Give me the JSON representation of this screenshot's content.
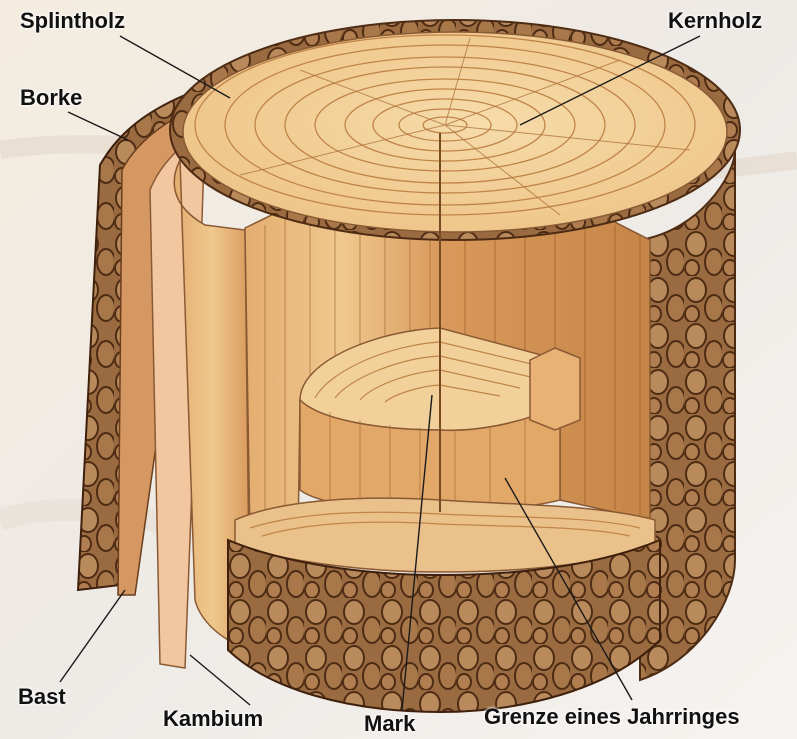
{
  "labels": {
    "splintholz": "Splintholz",
    "kernholz": "Kernholz",
    "borke": "Borke",
    "bast": "Bast",
    "kambium": "Kambium",
    "mark": "Mark",
    "grenze": "Grenze eines Jahrringes"
  },
  "colors": {
    "bark": "#8a5a34",
    "bark_dark": "#5a3418",
    "bast": "#d9a070",
    "kambium": "#f2c7a0",
    "wood_light": "#f3d39c",
    "wood_mid": "#e8b878",
    "wood_dark": "#c98a4e",
    "ring_line": "#b87a42",
    "leader_line": "#1a1a1a"
  }
}
